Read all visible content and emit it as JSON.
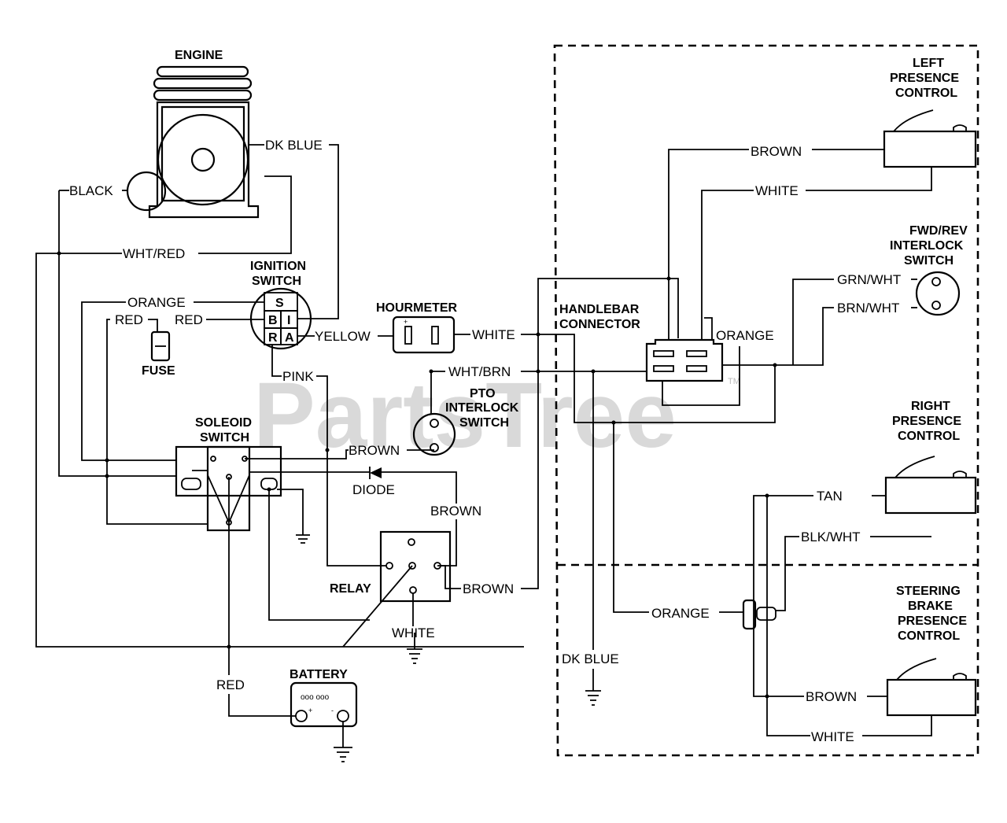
{
  "watermark": "PartsTree",
  "trademark": "TM",
  "components": {
    "engine": "ENGINE",
    "ignition_switch": [
      "IGNITION",
      "SWITCH"
    ],
    "fuse": "FUSE",
    "hourmeter": "HOURMETER",
    "solenoid_switch": [
      "SOLEOID",
      "SWITCH"
    ],
    "pto_interlock_switch": [
      "PTO",
      "INTERLOCK",
      "SWITCH"
    ],
    "diode": "DIODE",
    "relay": "RELAY",
    "battery": "BATTERY",
    "handlebar_connector": [
      "HANDLEBAR",
      "CONNECTOR"
    ],
    "left_presence_control": [
      "LEFT",
      "PRESENCE",
      "CONTROL"
    ],
    "fwd_rev_interlock_switch": [
      "FWD/REV",
      "INTERLOCK",
      "SWITCH"
    ],
    "right_presence_control": [
      "RIGHT",
      "PRESENCE",
      "CONTROL"
    ],
    "steering_brake_presence_control": [
      "STEERING",
      "BRAKE",
      "PRESENCE",
      "CONTROL"
    ]
  },
  "ignition_terminals": [
    "S",
    "B",
    "I",
    "R",
    "A"
  ],
  "wires": {
    "dk_blue_engine": "DK BLUE",
    "black": "BLACK",
    "wht_red": "WHT/RED",
    "orange_ign": "ORANGE",
    "red_left": "RED",
    "red_right": "RED",
    "yellow": "YELLOW",
    "white_hourmeter": "WHITE",
    "pink": "PINK",
    "wht_brn": "WHT/BRN",
    "brown_pto": "BROWN",
    "brown_relay_top": "BROWN",
    "brown_relay_out": "BROWN",
    "white_relay": "WHITE",
    "red_battery": "RED",
    "brown_left_presence": "BROWN",
    "white_left_presence": "WHITE",
    "grn_wht": "GRN/WHT",
    "brn_wht": "BRN/WHT",
    "orange_handlebar": "ORANGE",
    "tan": "TAN",
    "blk_wht": "BLK/WHT",
    "orange_steering": "ORANGE",
    "dk_blue_ground": "DK BLUE",
    "brown_steering": "BROWN",
    "white_steering": "WHITE"
  }
}
